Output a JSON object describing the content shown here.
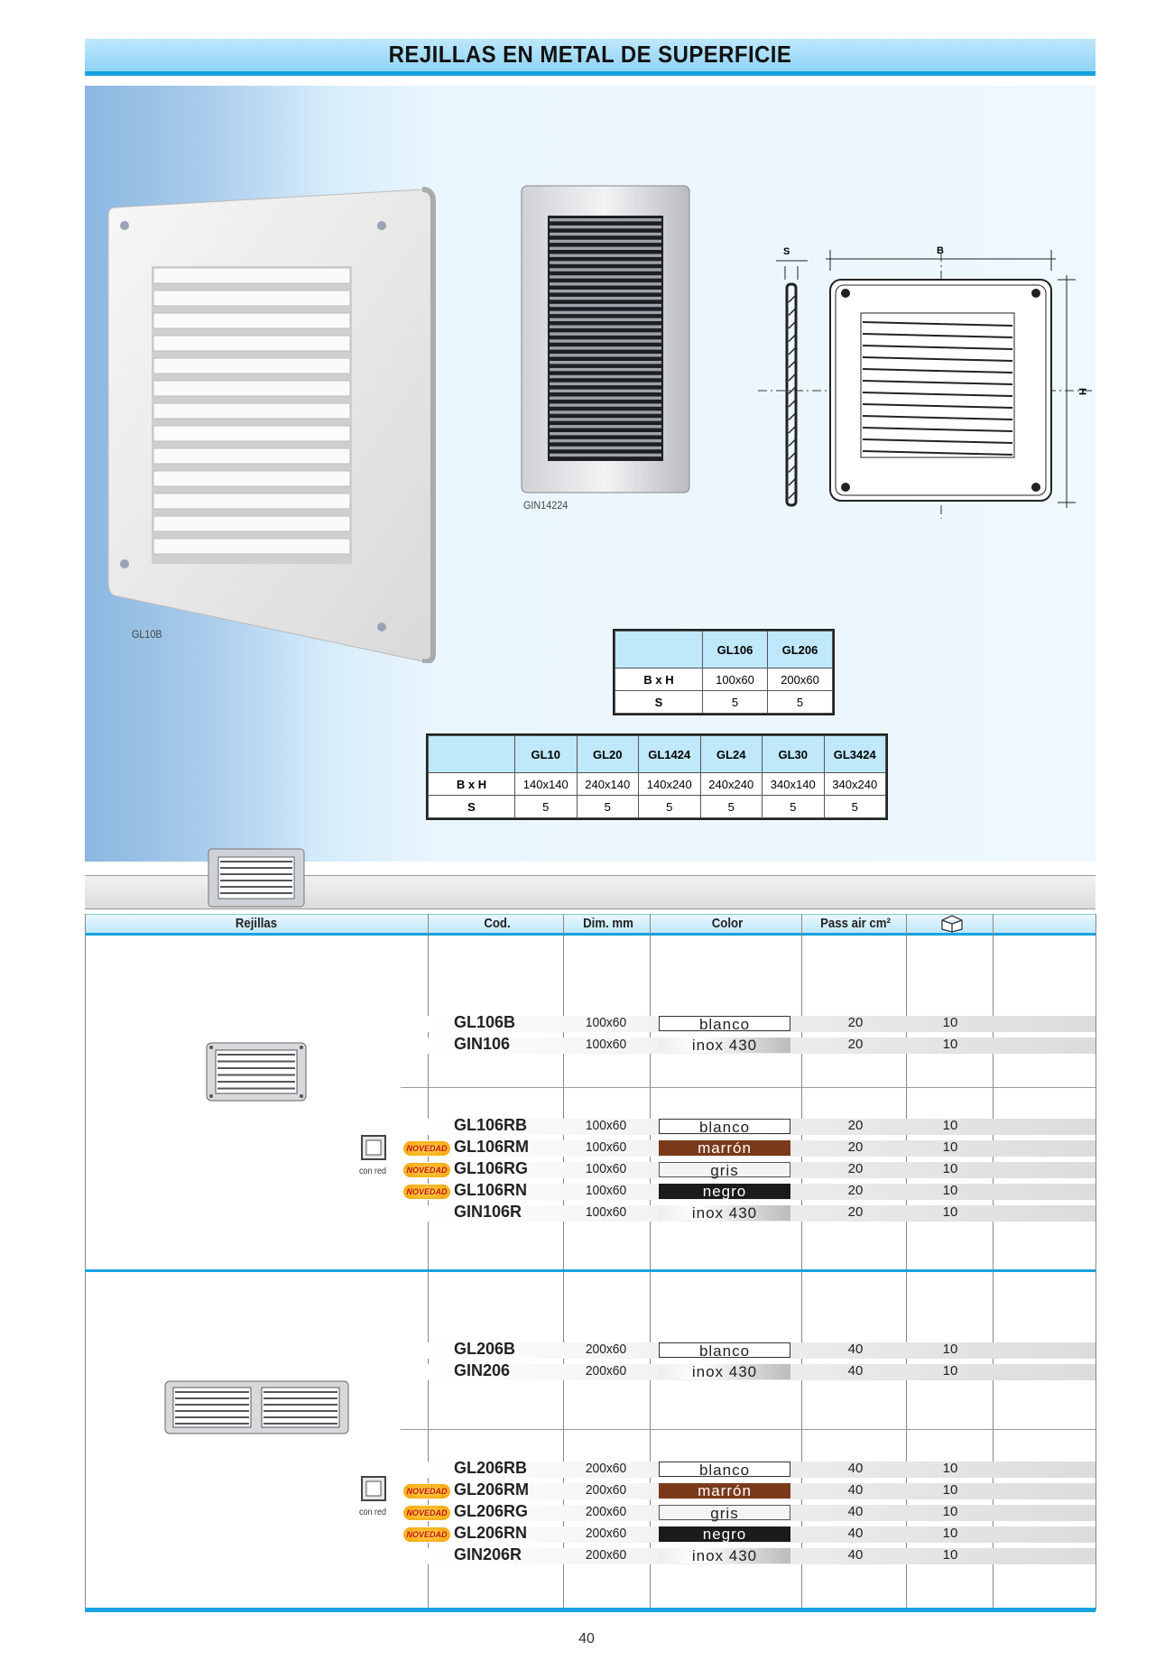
{
  "title": "REJILLAS EN METAL DE SUPERFICIE",
  "captions": {
    "gl10b": "GL10B",
    "gin14224": "GIN14224"
  },
  "diagram_labels": {
    "s": "S",
    "b": "B",
    "h": "H"
  },
  "spec_table_small": {
    "headers": [
      "GL106",
      "GL206"
    ],
    "rows": [
      {
        "label": "B x H",
        "values": [
          "100x60",
          "200x60"
        ]
      },
      {
        "label": "S",
        "values": [
          "5",
          "5"
        ]
      }
    ]
  },
  "spec_table_large": {
    "headers": [
      "GL10",
      "GL20",
      "GL1424",
      "GL24",
      "GL30",
      "GL3424"
    ],
    "rows": [
      {
        "label": "B x H",
        "values": [
          "140x140",
          "240x140",
          "140x240",
          "240x240",
          "340x140",
          "340x240"
        ]
      },
      {
        "label": "S",
        "values": [
          "5",
          "5",
          "5",
          "5",
          "5",
          "5"
        ]
      }
    ]
  },
  "product_table": {
    "headers": {
      "rejillas": "Rejillas",
      "cod": "Cod.",
      "dim": "Dim. mm",
      "color": "Color",
      "pass_air": "Pass air cm²",
      "box_icon": "box-icon"
    },
    "badge_text": "NOVEDAD",
    "con_red": "con red",
    "groups": [
      {
        "rows": [
          {
            "code": "GL106B",
            "dim": "100x60",
            "color": "blanco",
            "swatch": "#ffffff",
            "pass": "20",
            "qty": "10",
            "novedad": false
          },
          {
            "code": "GIN106",
            "dim": "100x60",
            "color": "inox 430",
            "swatch": "inox",
            "pass": "20",
            "qty": "10",
            "novedad": false
          }
        ]
      },
      {
        "rows": [
          {
            "code": "GL106RB",
            "dim": "100x60",
            "color": "blanco",
            "swatch": "#ffffff",
            "pass": "20",
            "qty": "10",
            "novedad": false
          },
          {
            "code": "GL106RM",
            "dim": "100x60",
            "color": "marrón",
            "swatch": "#7a3a1a",
            "pass": "20",
            "qty": "10",
            "novedad": true
          },
          {
            "code": "GL106RG",
            "dim": "100x60",
            "color": "gris",
            "swatch": "#f4f4f4",
            "pass": "20",
            "qty": "10",
            "novedad": true
          },
          {
            "code": "GL106RN",
            "dim": "100x60",
            "color": "negro",
            "swatch": "#1b1b1b",
            "pass": "20",
            "qty": "10",
            "novedad": true
          },
          {
            "code": "GIN106R",
            "dim": "100x60",
            "color": "inox 430",
            "swatch": "inox",
            "pass": "20",
            "qty": "10",
            "novedad": false
          }
        ]
      },
      {
        "rows": [
          {
            "code": "GL206B",
            "dim": "200x60",
            "color": "blanco",
            "swatch": "#ffffff",
            "pass": "40",
            "qty": "10",
            "novedad": false
          },
          {
            "code": "GIN206",
            "dim": "200x60",
            "color": "inox 430",
            "swatch": "inox",
            "pass": "40",
            "qty": "10",
            "novedad": false
          }
        ]
      },
      {
        "rows": [
          {
            "code": "GL206RB",
            "dim": "200x60",
            "color": "blanco",
            "swatch": "#ffffff",
            "pass": "40",
            "qty": "10",
            "novedad": false
          },
          {
            "code": "GL206RM",
            "dim": "200x60",
            "color": "marrón",
            "swatch": "#7a3a1a",
            "pass": "40",
            "qty": "10",
            "novedad": true
          },
          {
            "code": "GL206RG",
            "dim": "200x60",
            "color": "gris",
            "swatch": "#f4f4f4",
            "pass": "40",
            "qty": "10",
            "novedad": true
          },
          {
            "code": "GL206RN",
            "dim": "200x60",
            "color": "negro",
            "swatch": "#1b1b1b",
            "pass": "40",
            "qty": "10",
            "novedad": true
          },
          {
            "code": "GIN206R",
            "dim": "200x60",
            "color": "inox 430",
            "swatch": "inox",
            "pass": "40",
            "qty": "10",
            "novedad": false
          }
        ]
      }
    ]
  },
  "page_number": "40",
  "colors": {
    "accent": "#16a3e0",
    "header_fill": "#bfe8fb"
  }
}
